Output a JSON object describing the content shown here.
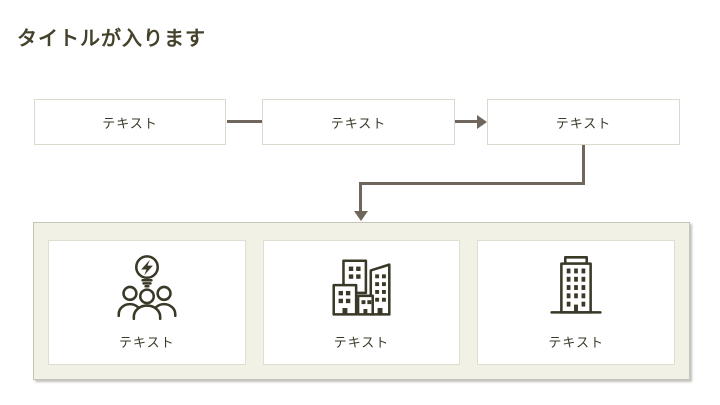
{
  "title": "タイトルが入ります",
  "flow": {
    "nodes": [
      {
        "label": "テキスト"
      },
      {
        "label": "テキスト"
      },
      {
        "label": "テキスト"
      }
    ],
    "connectors": [
      {
        "from": 0,
        "to": 1,
        "style": "plain-line"
      },
      {
        "from": 1,
        "to": 2,
        "style": "arrow-right"
      },
      {
        "from": 2,
        "to": "panel",
        "style": "elbow-arrow-down"
      }
    ]
  },
  "cards": [
    {
      "label": "テキスト",
      "icon": "team-idea-icon"
    },
    {
      "label": "テキスト",
      "icon": "city-buildings-icon"
    },
    {
      "label": "テキスト",
      "icon": "office-building-icon"
    }
  ],
  "colors": {
    "title_text": "#45422c",
    "body_text": "#3b3929",
    "connector": "#6f675e",
    "node_border": "#dcd9cc",
    "node_bg": "#ffffff",
    "panel_bg": "#f2f1e6",
    "panel_border": "#c6c5b9",
    "card_border": "#e0decf",
    "icon": "#3a3826",
    "page_bg": "#ffffff"
  }
}
